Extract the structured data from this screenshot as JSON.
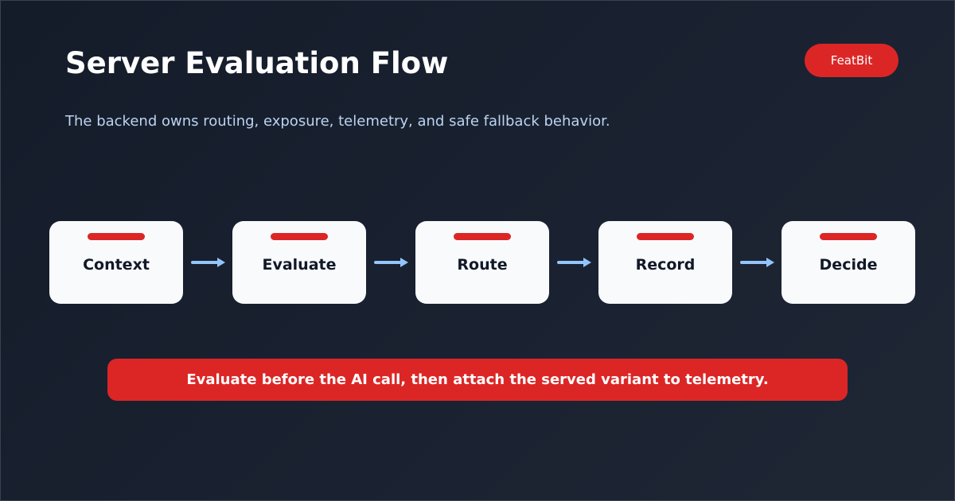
{
  "header": {
    "title": "Server Evaluation Flow",
    "brand": "FeatBit",
    "subtitle": "The backend owns routing, exposure, telemetry, and safe fallback behavior."
  },
  "flow": {
    "steps": [
      {
        "label": "Context"
      },
      {
        "label": "Evaluate"
      },
      {
        "label": "Route"
      },
      {
        "label": "Record"
      },
      {
        "label": "Decide"
      }
    ]
  },
  "callout": {
    "text": "Evaluate before the AI call, then attach the served variant to telemetry."
  },
  "colors": {
    "accent": "#dc2626",
    "arrow": "#93c5fd",
    "card": "#f8fafc"
  }
}
